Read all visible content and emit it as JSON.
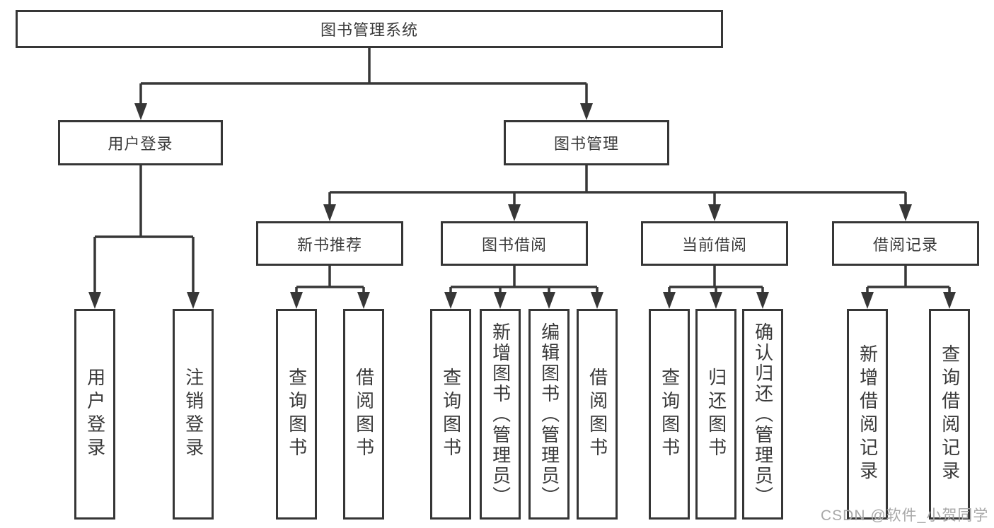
{
  "diagram": {
    "root": "图书管理系统",
    "level2": [
      {
        "label": "用户登录"
      },
      {
        "label": "图书管理"
      }
    ],
    "level3": [
      {
        "label": "新书推荐"
      },
      {
        "label": "图书借阅"
      },
      {
        "label": "当前借阅"
      },
      {
        "label": "借阅记录"
      }
    ],
    "leaves": [
      {
        "label": "用户登录"
      },
      {
        "label": "注销登录"
      },
      {
        "label": "查询图书"
      },
      {
        "label": "借阅图书"
      },
      {
        "label": "查询图书"
      },
      {
        "label": "新增图书（管理员）"
      },
      {
        "label": "编辑图书（管理员）"
      },
      {
        "label": "借阅图书"
      },
      {
        "label": "查询图书"
      },
      {
        "label": "归还图书"
      },
      {
        "label": "确认归还（管理员）"
      },
      {
        "label": "新增借阅记录"
      },
      {
        "label": "查询借阅记录"
      }
    ],
    "tree": {
      "图书管理系统": [
        "用户登录",
        "图书管理"
      ],
      "用户登录": [
        "用户登录",
        "注销登录"
      ],
      "图书管理": [
        "新书推荐",
        "图书借阅",
        "当前借阅",
        "借阅记录"
      ],
      "新书推荐": [
        "查询图书",
        "借阅图书"
      ],
      "图书借阅": [
        "查询图书",
        "新增图书（管理员）",
        "编辑图书（管理员）",
        "借阅图书"
      ],
      "当前借阅": [
        "查询图书",
        "归还图书",
        "确认归还（管理员）"
      ],
      "借阅记录": [
        "新增借阅记录",
        "查询借阅记录"
      ]
    }
  },
  "watermark": "CSDN @软件_小贺同学",
  "colors": {
    "line": "#373737",
    "border": "#363636",
    "text": "#3a3a3a",
    "watermark_text": "#a8a8a8",
    "background": "#ffffff"
  }
}
